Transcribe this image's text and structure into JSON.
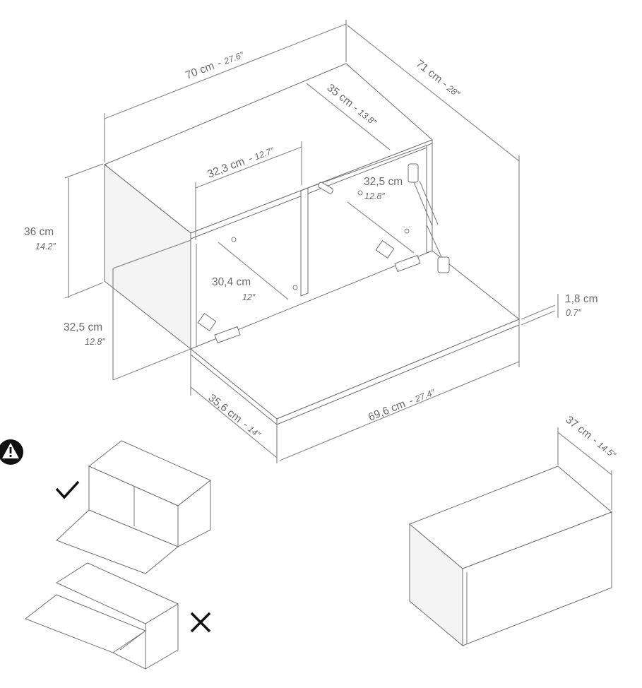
{
  "dimensions": {
    "width_top": {
      "cm": "70 cm",
      "inch": "27.6″"
    },
    "depth_top": {
      "cm": "71 cm",
      "inch": "28″"
    },
    "inner_depth": {
      "cm": "35 cm",
      "inch": "13.8″"
    },
    "inner_width": {
      "cm": "32,3 cm",
      "inch": "12.7″"
    },
    "inner_height_right": {
      "cm": "32,5 cm",
      "inch": "12.8″"
    },
    "height": {
      "cm": "36 cm",
      "inch": "14.2″"
    },
    "inner_height_left": {
      "cm": "30,4 cm",
      "inch": "12″"
    },
    "door_thickness": {
      "cm": "1,8 cm",
      "inch": "0.7″"
    },
    "door_height": {
      "cm": "32,5 cm",
      "inch": "12.8″"
    },
    "door_depth": {
      "cm": "35,6 cm",
      "inch": "14″"
    },
    "door_width": {
      "cm": "69,6 cm",
      "inch": "27.4″"
    },
    "closed_depth": {
      "cm": "37 cm",
      "inch": "14.5″"
    }
  },
  "symbols": {
    "warning": "warning-icon",
    "correct": "check-icon",
    "incorrect": "cross-icon"
  },
  "colors": {
    "line": "#8c8c8c",
    "edge": "#6f6f6f",
    "icon": "#111111"
  }
}
